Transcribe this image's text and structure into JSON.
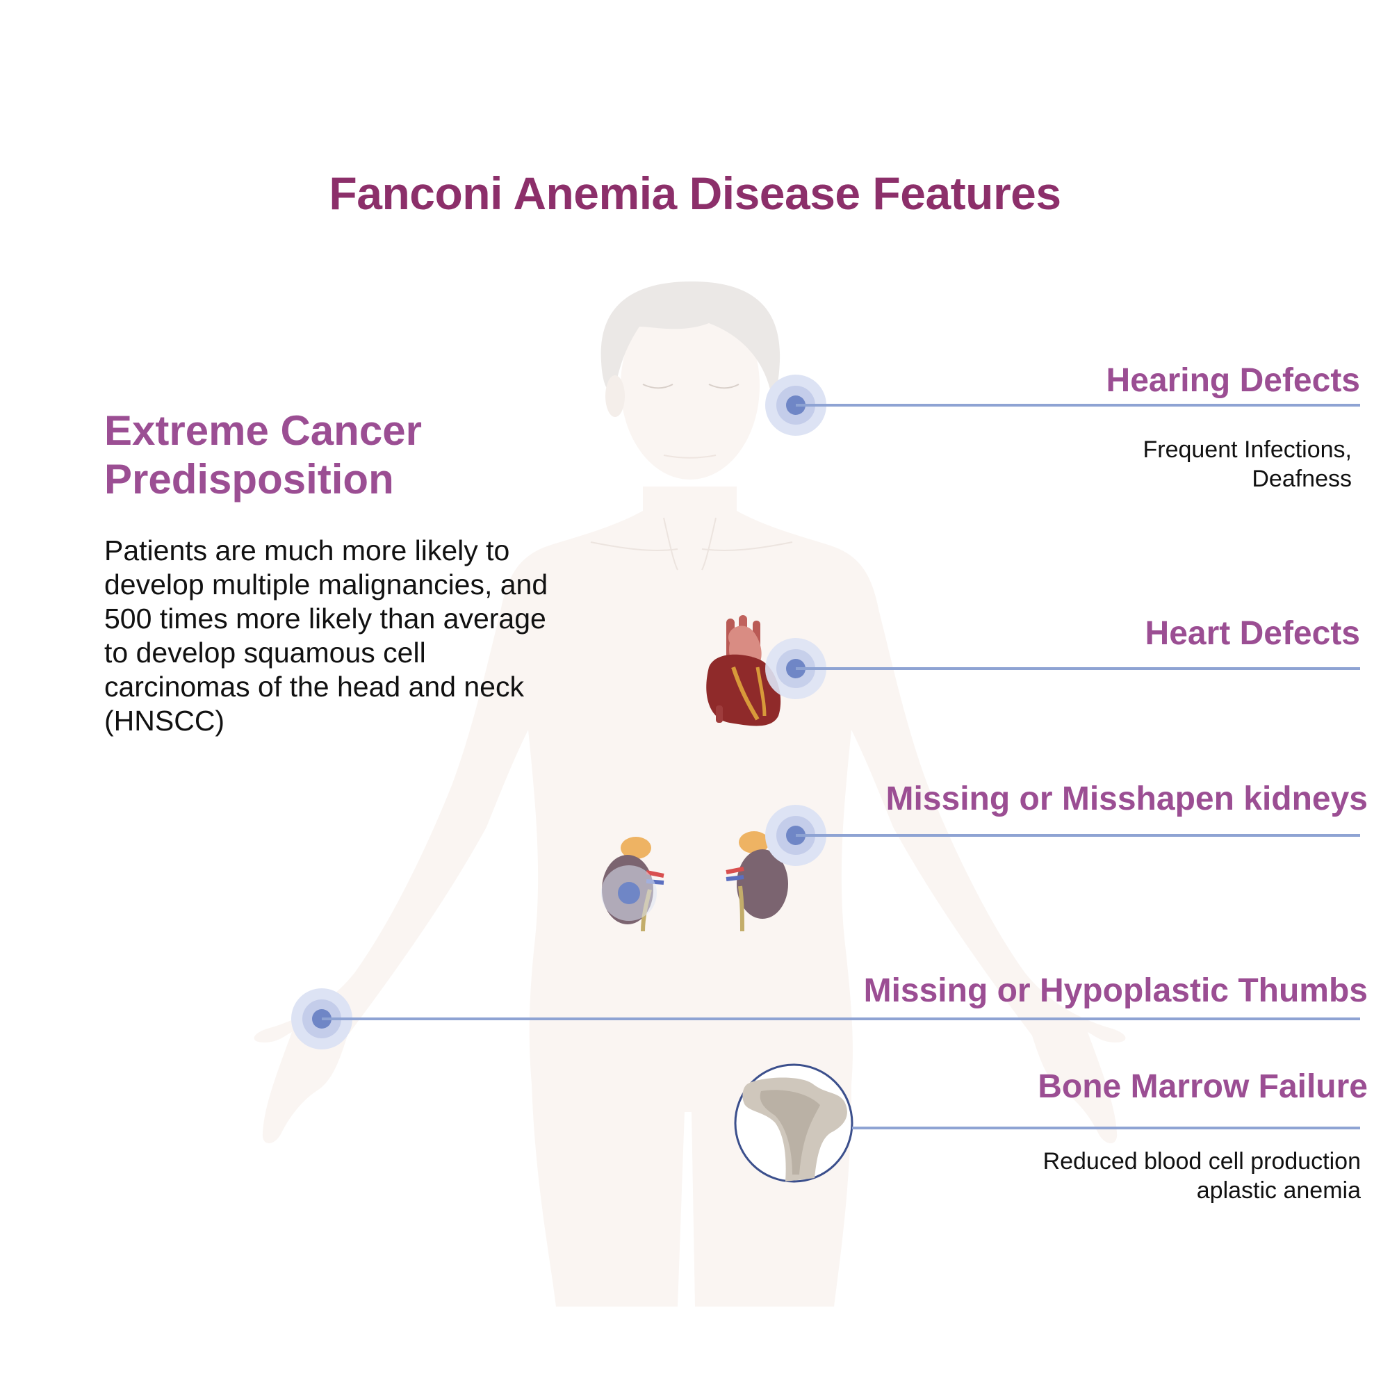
{
  "title": "Fanconi Anemia Disease Features",
  "cancer": {
    "heading_line1": "Extreme Cancer",
    "heading_line2": "Predisposition",
    "body": "Patients are much more likely to develop multiple malignancies, and 500 times more likely than average to develop squamous cell carcinomas of the head and neck (HNSCC)"
  },
  "features": {
    "hearing": {
      "label": "Hearing Defects",
      "desc_line1": "Frequent Infections,",
      "desc_line2": "Deafness"
    },
    "heart": {
      "label": "Heart Defects"
    },
    "kidneys": {
      "label": "Missing or Misshapen kidneys"
    },
    "thumbs": {
      "label": "Missing or Hypoplastic Thumbs"
    },
    "marrow": {
      "label": "Bone Marrow Failure",
      "desc_line1": "Reduced blood cell production",
      "desc_line2": "aplastic anemia"
    }
  },
  "colors": {
    "title": "#8c2f6a",
    "heading": "#9b4e93",
    "line": "#8ea3d3",
    "marker": "#6f86c6",
    "body_silhouette": "#faf5f2"
  }
}
